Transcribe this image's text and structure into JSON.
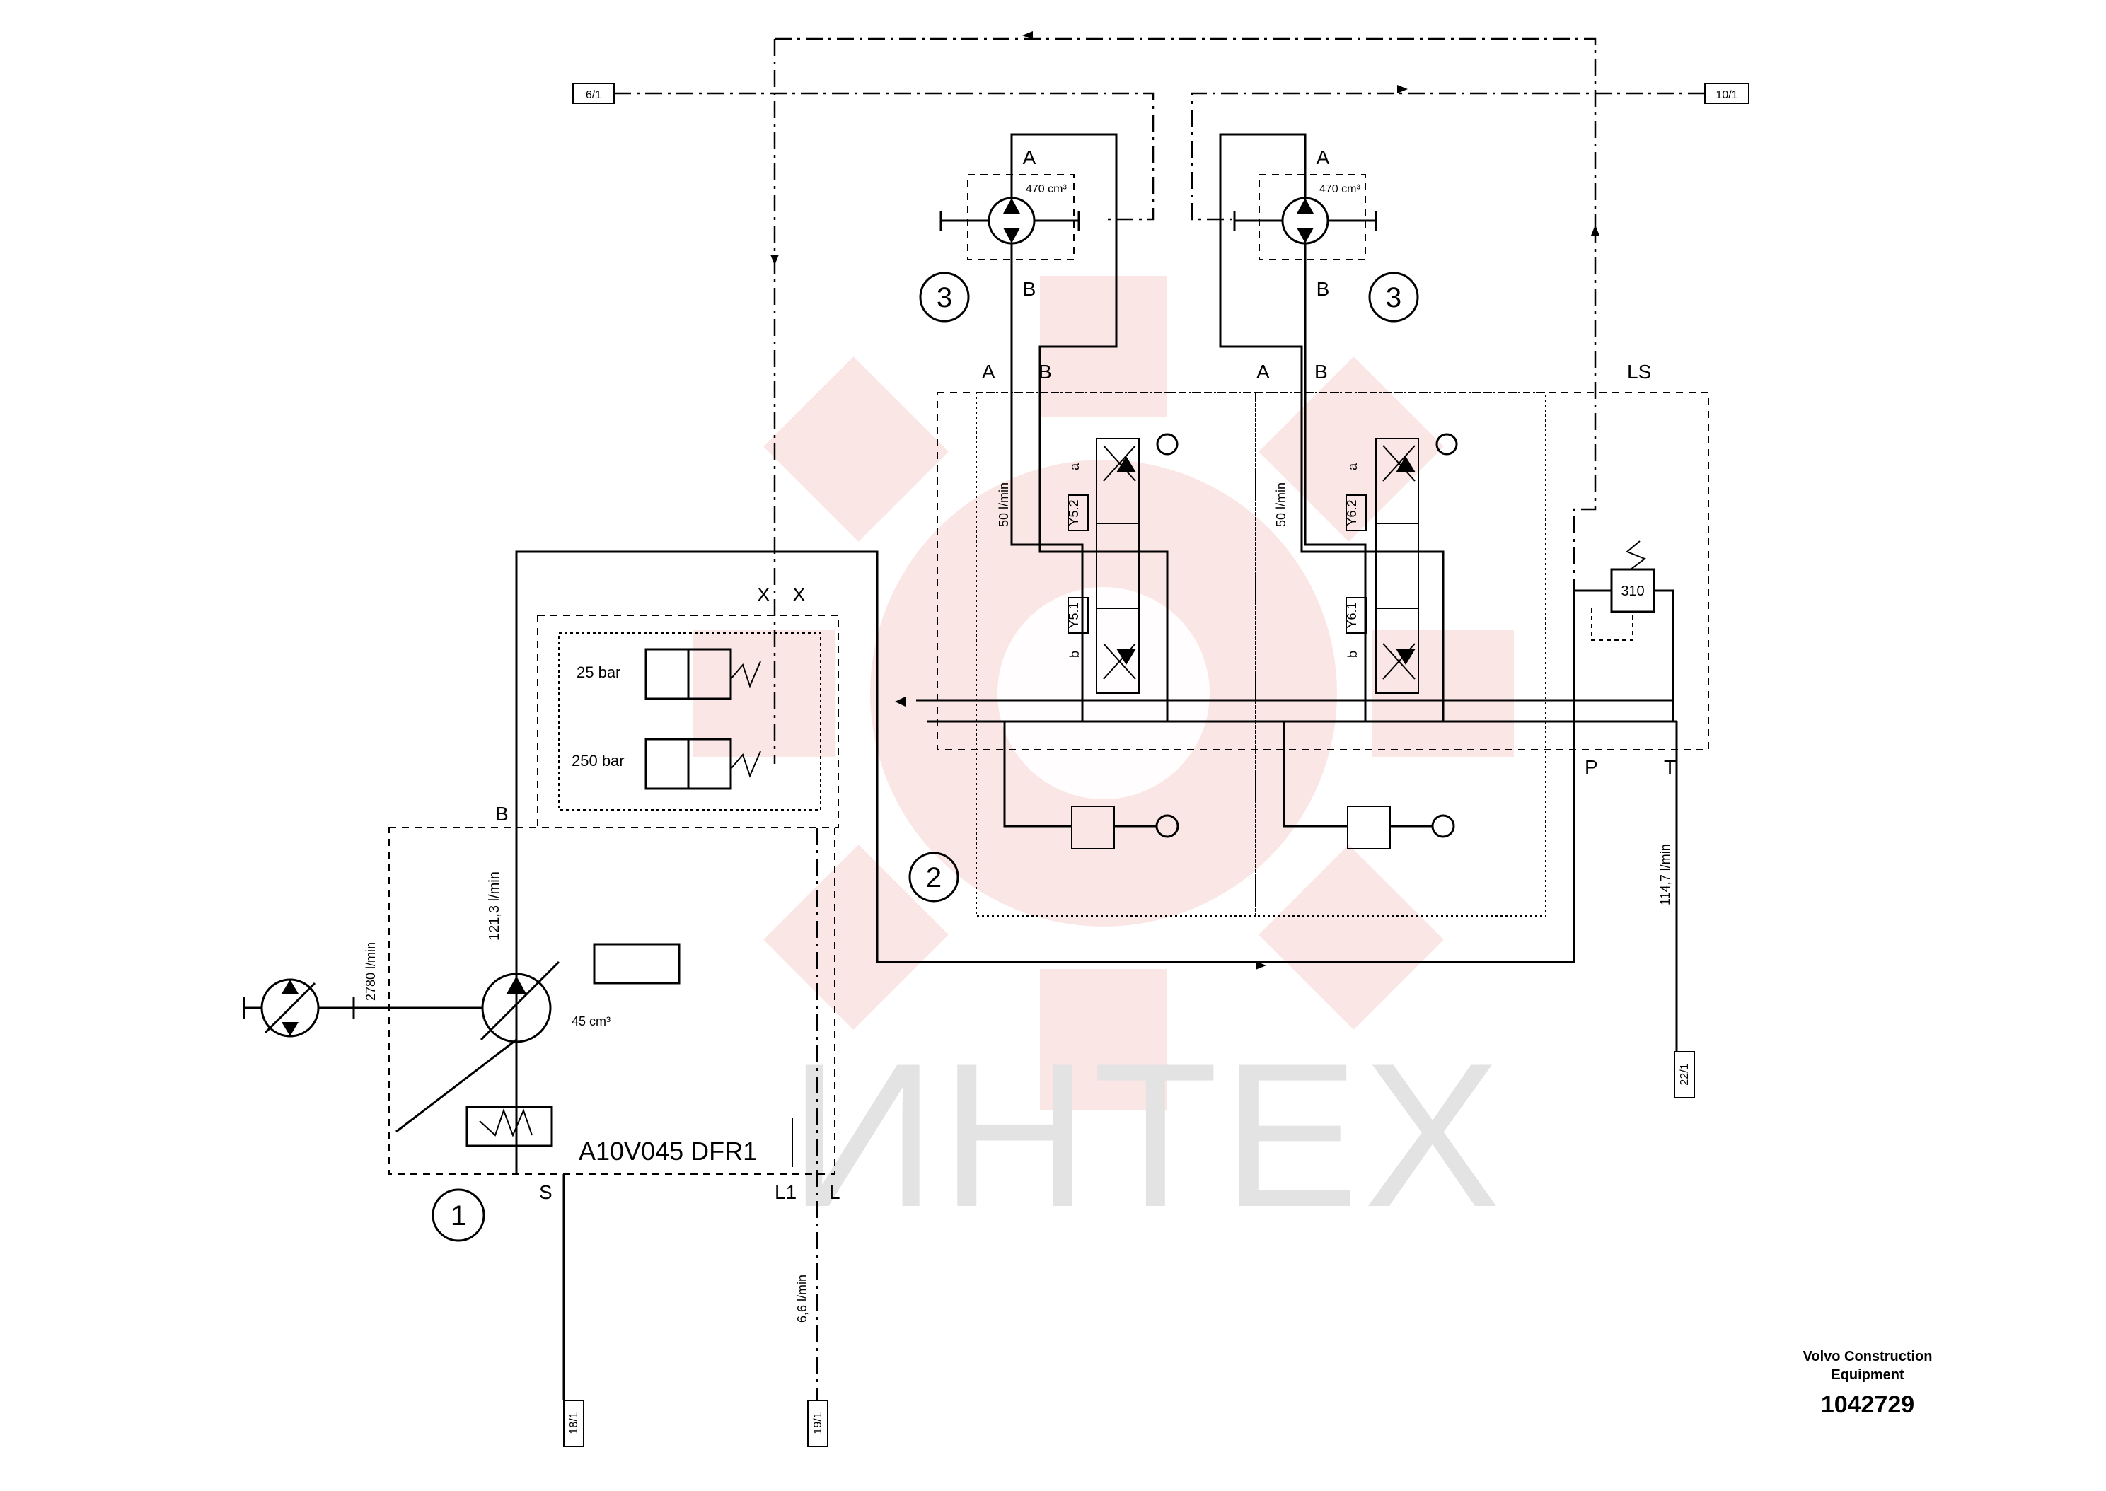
{
  "watermark": {
    "text": "ИНТЕХ",
    "color": "#f4b8b8"
  },
  "footer": {
    "company": "Volvo Construction\nEquipment",
    "part_number": "1042729"
  },
  "references": {
    "r6": "6/1",
    "r10": "10/1",
    "r18": "18/1",
    "r19": "19/1",
    "r22": "22/1"
  },
  "components": {
    "pump_model": "A10V045 DFR1",
    "pump_displacement": "45 cm³",
    "motor_displacement": "470 cm³",
    "circle_1": "1",
    "circle_2": "2",
    "circle_3": "3",
    "relief_setting": "310",
    "comp1_setting": "25 bar",
    "comp2_setting": "250 bar"
  },
  "ports": {
    "A": "A",
    "B": "B",
    "LS": "LS",
    "P": "P",
    "T": "T",
    "S": "S",
    "L": "L",
    "L1": "L1",
    "X": "X",
    "a": "a",
    "b": "b"
  },
  "solenoids": {
    "y52": "Y5.2",
    "y51": "Y5.1",
    "y62": "Y6.2",
    "y61": "Y6.1"
  },
  "flows": {
    "engine": "2780 l/min",
    "pump": "121,3 l/min",
    "section": "50 l/min",
    "tank": "114,7 l/min",
    "drain": "6,6 l/min"
  }
}
